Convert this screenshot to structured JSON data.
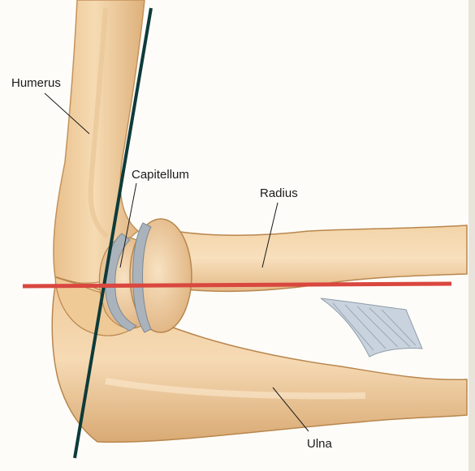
{
  "diagram": {
    "labels": {
      "humerus": "Humerus",
      "capitellum": "Capitellum",
      "radius": "Radius",
      "ulna": "Ulna"
    },
    "colors": {
      "bone_fill": "#f2d2a6",
      "bone_shade": "#dcae78",
      "bone_outline": "#b9864d",
      "cartilage": "#aab3bb",
      "ligament": "#c9d3de",
      "humerus_axis_line": "#0d3b3a",
      "forearm_axis_line": "#d9473f",
      "background": "#fdfcf8"
    }
  }
}
